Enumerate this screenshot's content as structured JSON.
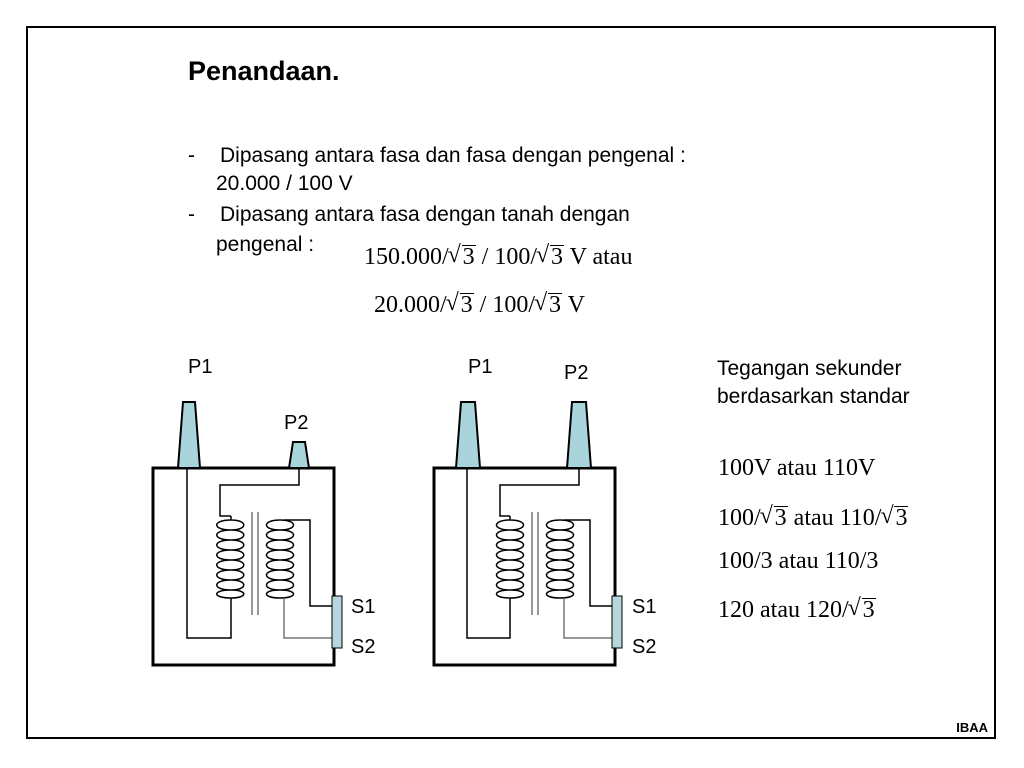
{
  "title": "Penandaan.",
  "bullets": [
    {
      "dash": "-",
      "line1": "Dipasang antara fasa dan fasa dengan pengenal :",
      "line2": "20.000 / 100 V"
    },
    {
      "dash": "-",
      "line1": "Dipasang antara fasa dengan tanah dengan",
      "line2": "pengenal :"
    }
  ],
  "formulas": [
    {
      "a": "150.000/",
      "a_root": "3",
      "b": " / 100/",
      "b_root": "3",
      "tail": " V atau"
    },
    {
      "a": "20.000/",
      "a_root": "3",
      "b": " / 100/",
      "b_root": "3",
      "tail": " V"
    }
  ],
  "diagram_left": {
    "p1": "P1",
    "p2": "P2",
    "s1": "S1",
    "s2": "S2"
  },
  "diagram_right": {
    "p1": "P1",
    "p2": "P2",
    "s1": "S1",
    "s2": "S2"
  },
  "secondary_note": {
    "line1": "Tegangan sekunder",
    "line2": "berdasarkan standar"
  },
  "standards": [
    {
      "a": "100V",
      "mid": " atau ",
      "b": "110V"
    },
    {
      "a": "100/",
      "a_root": "3",
      "mid": " atau ",
      "b": "110/",
      "b_root": "3"
    },
    {
      "a": "100/3",
      "mid": " atau ",
      "b": "110/3"
    },
    {
      "a": "120",
      "mid": " atau ",
      "b": "120/",
      "b_root": "3"
    }
  ],
  "footer": "IBAA",
  "colors": {
    "bushing": "#a9d4dc",
    "terminal": "#b4d8dd",
    "wire_gray": "#777777"
  }
}
